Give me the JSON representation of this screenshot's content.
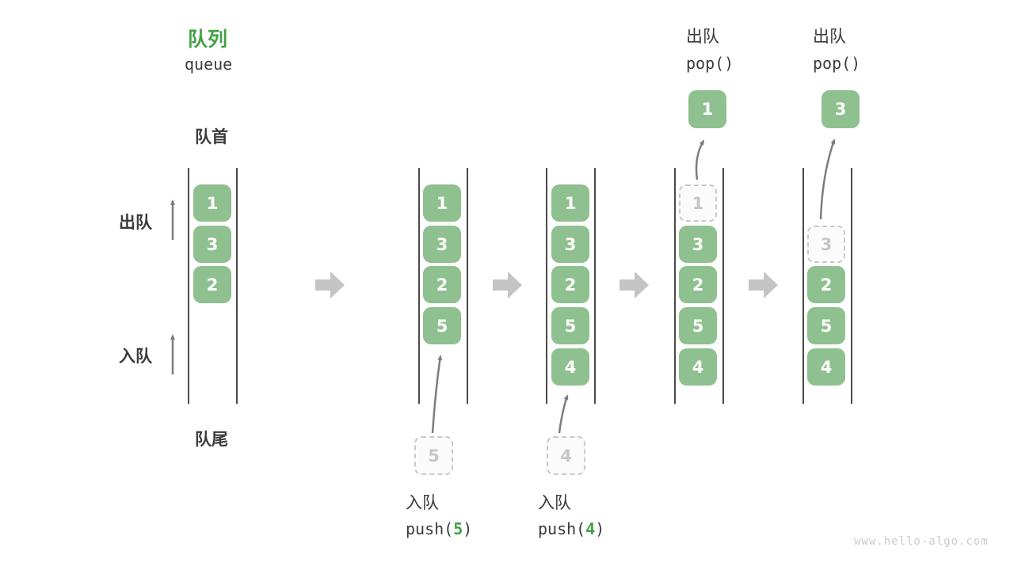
{
  "title": {
    "zh": "队列",
    "en": "queue"
  },
  "side_labels": {
    "front": "队首",
    "rear": "队尾",
    "dequeue": "出队",
    "enqueue": "入队"
  },
  "colors": {
    "accent_green": "#43A047",
    "box_green": "#8FC08F",
    "box_text": "#FFFFFF",
    "dashed_border": "#C9C9C9",
    "dashed_text": "#C6C6C6",
    "line": "#4A4A4A",
    "thin_arrow": "#7D7D7D",
    "block_arrow": "#C4C4C4",
    "text_dark": "#3B3B3B",
    "watermark": "#C9C9C9"
  },
  "states": [
    {
      "slots": [
        "1",
        "3",
        "2"
      ]
    },
    {
      "slots": [
        "1",
        "3",
        "2",
        "5"
      ],
      "staged": "5",
      "annotation": {
        "action": "入队",
        "code_fn": "push(",
        "code_arg": "5",
        "code_close": ")"
      }
    },
    {
      "slots": [
        "1",
        "3",
        "2",
        "5",
        "4"
      ],
      "staged": "4",
      "annotation": {
        "action": "入队",
        "code_fn": "push(",
        "code_arg": "4",
        "code_close": ")"
      }
    },
    {
      "dashed": "1",
      "slots": [
        "3",
        "2",
        "5",
        "4"
      ],
      "popped": "1",
      "annotation": {
        "action": "出队",
        "code": "pop()"
      }
    },
    {
      "dashed": "3",
      "slots": [
        "2",
        "5",
        "4"
      ],
      "popped": "3",
      "annotation": {
        "action": "出队",
        "code": "pop()"
      }
    }
  ],
  "watermark": "www.hello-algo.com"
}
